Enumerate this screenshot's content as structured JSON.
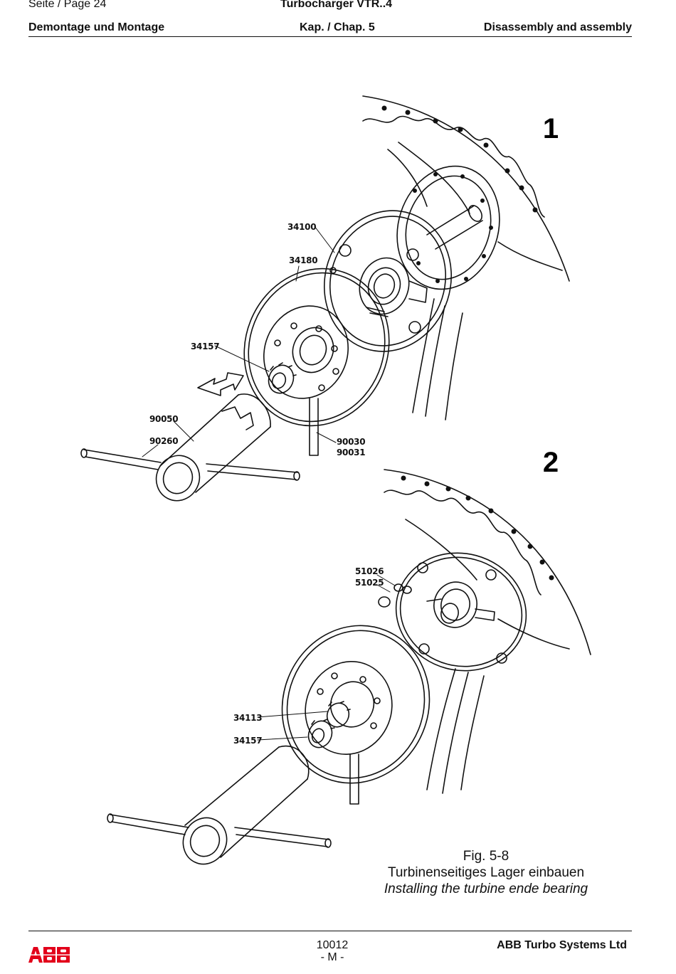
{
  "header": {
    "page_label": "Seite / Page  24",
    "product": "Turbocharger VTR..4",
    "section_de": "Demontage und Montage",
    "chapter": "Kap. / Chap. 5",
    "section_en": "Disassembly and assembly"
  },
  "figure": {
    "step1_label": "1",
    "step2_label": "2",
    "callouts_step1": [
      "34100",
      "34180",
      "34157",
      "90050",
      "90260",
      "90030",
      "90031"
    ],
    "callouts_step2": [
      "51026",
      "51025",
      "34113",
      "34157"
    ]
  },
  "caption": {
    "fig_number": "Fig. 5-8",
    "title_de": "Turbinenseitiges Lager einbauen",
    "title_en": "Installing the turbine ende bearing"
  },
  "footer": {
    "logo_text": "ABB",
    "doc_number": "10012",
    "revision": "- M -",
    "company": "ABB Turbo Systems Ltd"
  },
  "colors": {
    "logo": "#e2001a",
    "ink": "#111111"
  }
}
